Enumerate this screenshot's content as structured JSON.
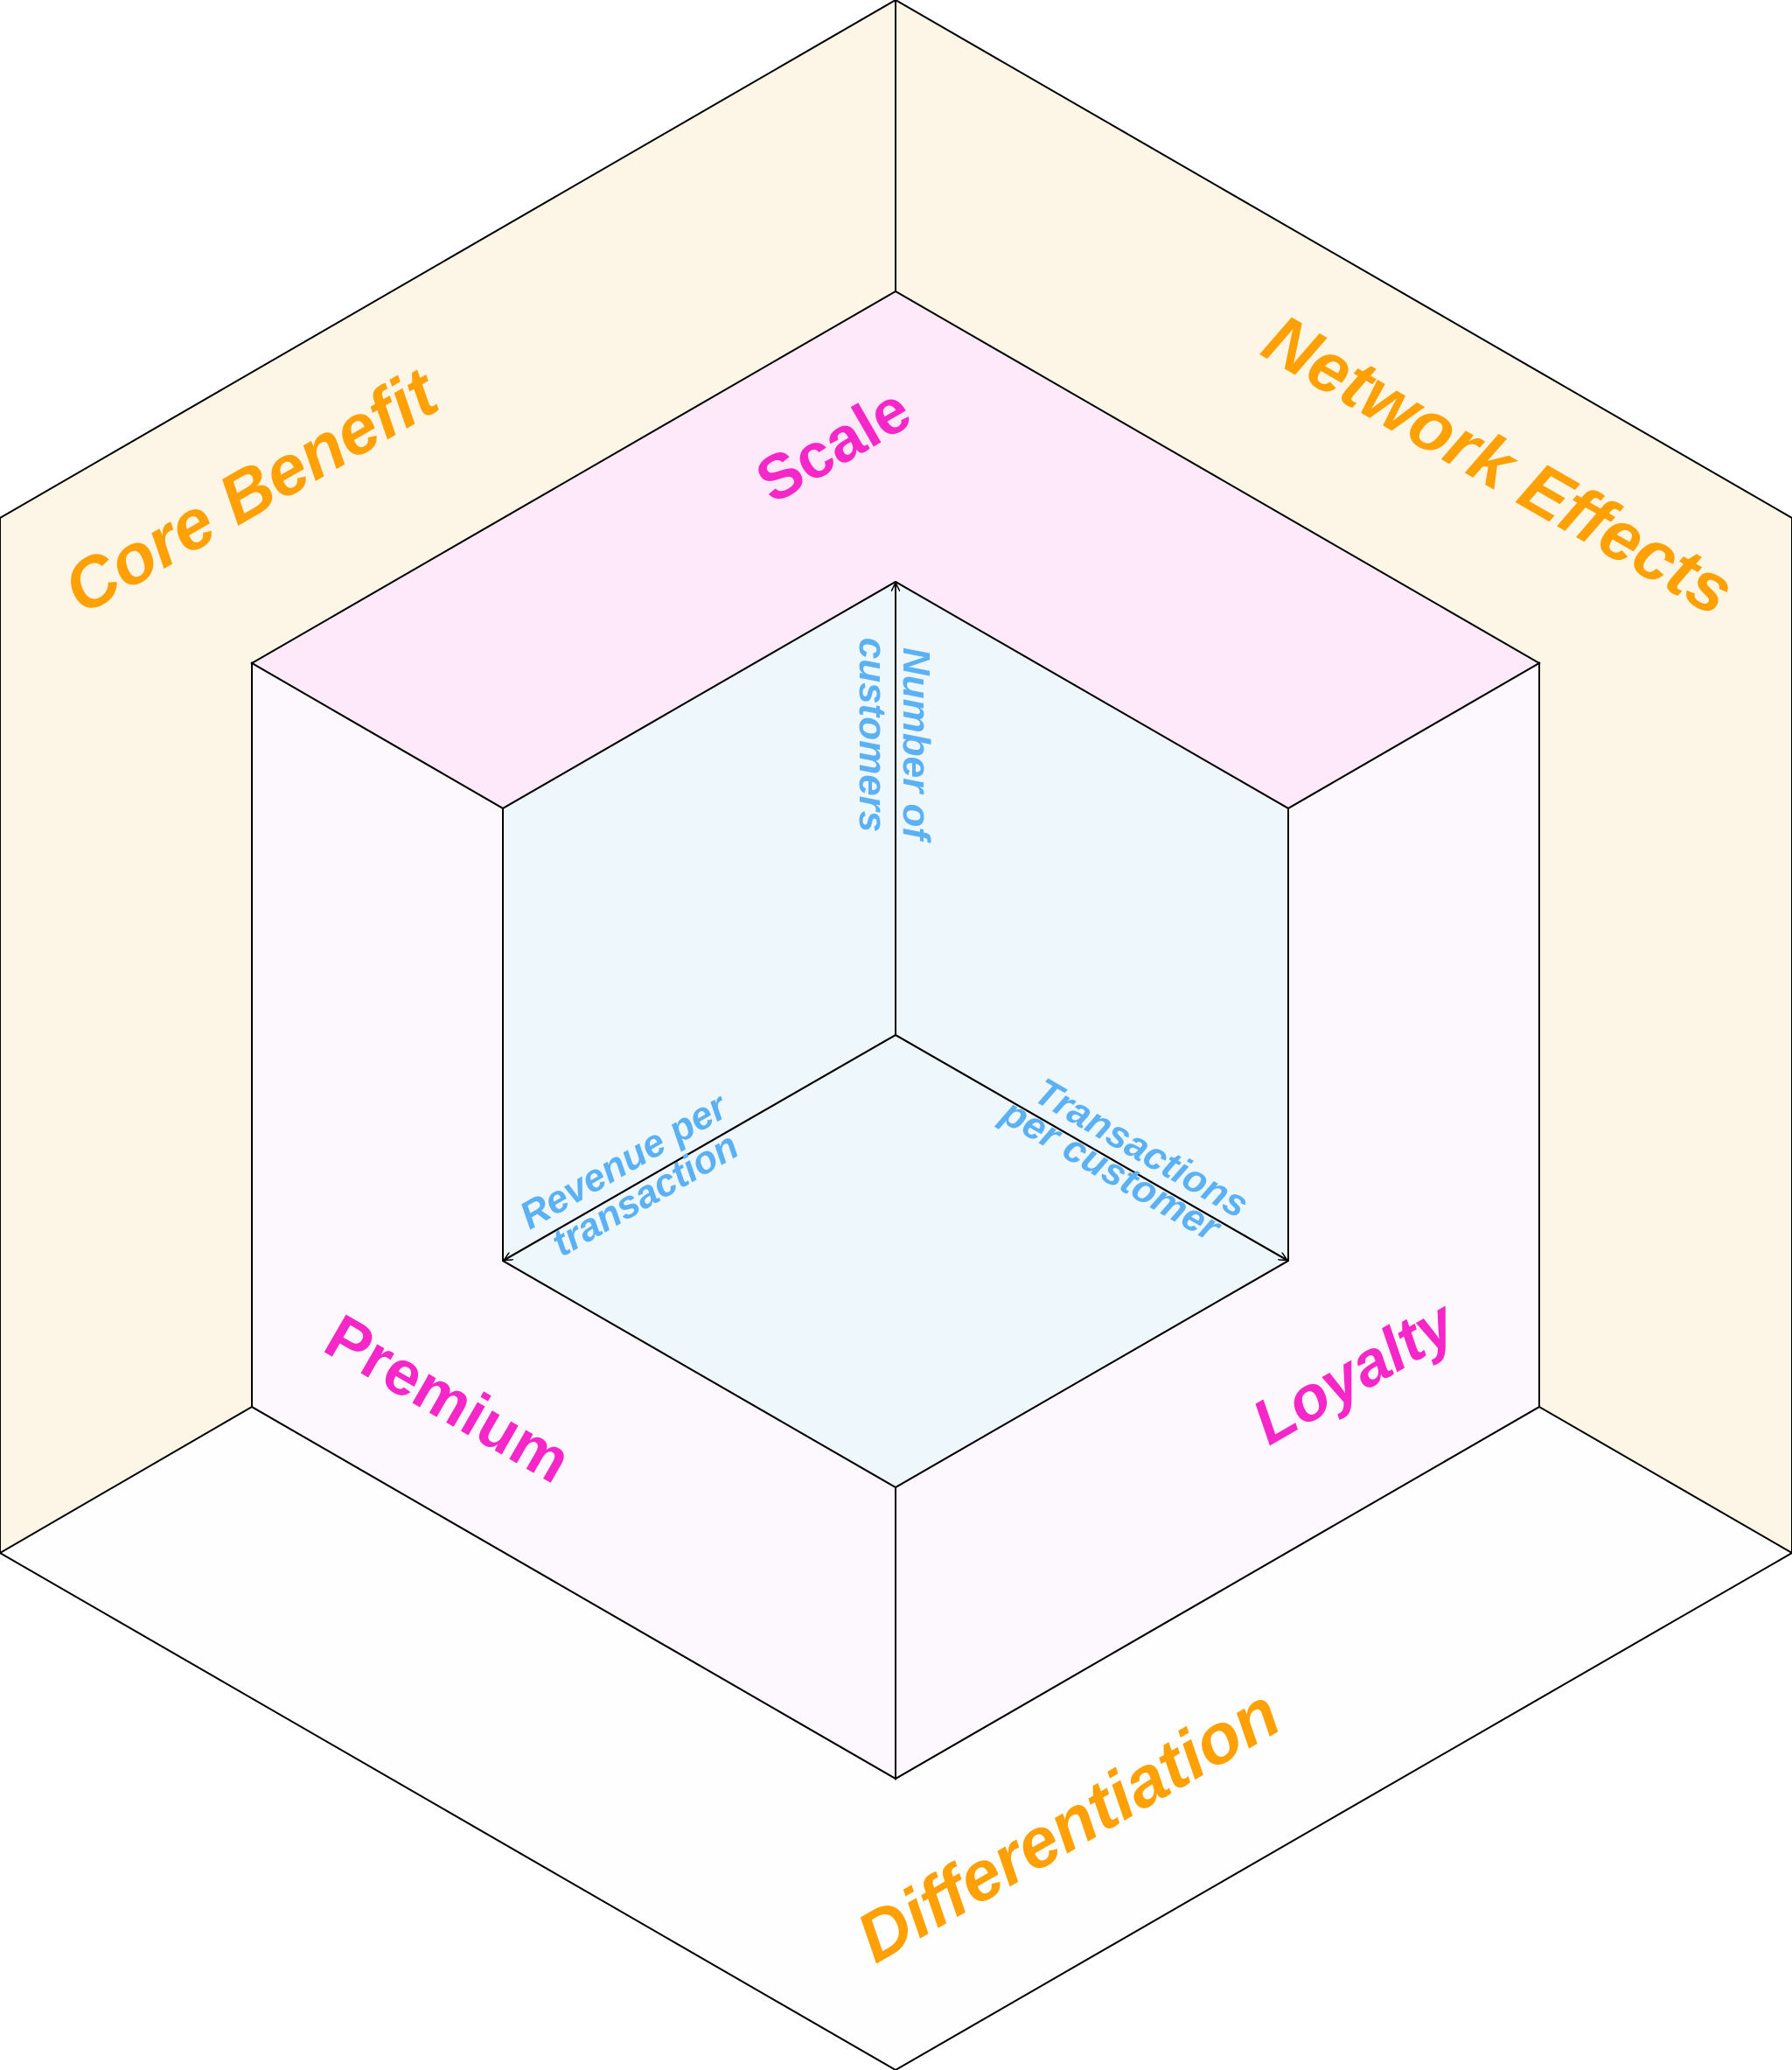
{
  "colors": {
    "outer_fill": "#fdf6e6",
    "outer_floor_fill": "#fefefe",
    "middle_top_fill": "#fee9fb",
    "middle_side_fill": "#fdf8fd",
    "inner_fill": "#eef7fc",
    "line": "#000000",
    "outer_text": "#ffa005",
    "middle_text": "#f527c8",
    "axis_text": "#5bb1f4"
  },
  "outer": {
    "left_wall": "Core Benefit",
    "right_wall": "Network Effects",
    "floor": "Differentiation"
  },
  "middle": {
    "top": "Scale",
    "left": "Premium",
    "right": "Loyalty"
  },
  "inner_axes": {
    "vertical_line1": "Number of",
    "vertical_line2": "customers",
    "right_line1": "Transactions",
    "right_line2": "per customer",
    "left_line1": "Revenue per",
    "left_line2": "transaction"
  }
}
